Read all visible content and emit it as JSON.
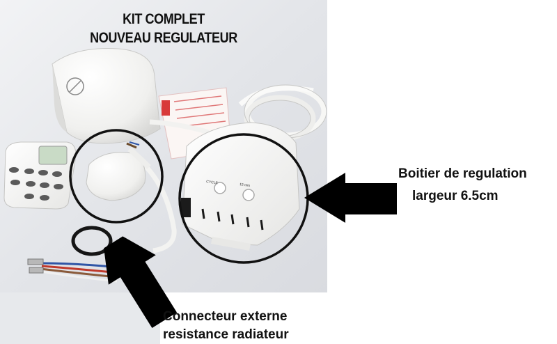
{
  "header": {
    "title_line1": "KIT COMPLET",
    "title_line2": "NOUVEAU REGULATEUR"
  },
  "callouts": {
    "boitier_line1": "Boitier de regulation",
    "boitier_line2": "largeur 6.5cm",
    "connecteur_line1": "Connecteur externe",
    "connecteur_line2": "resistance radiateur"
  },
  "device_labels": {
    "cycle_label": "CYCLE",
    "timer_label": "15 min"
  },
  "colors": {
    "background": "#ffffff",
    "photo_backdrop": "#e4e6ea",
    "plastic_white": "#f4f4f2",
    "outline": "#111111",
    "arrow": "#000000",
    "receipt_red": "#d83a3a",
    "wire_red": "#c0392b",
    "wire_blue": "#2f55a6",
    "gasket": "#151515"
  }
}
